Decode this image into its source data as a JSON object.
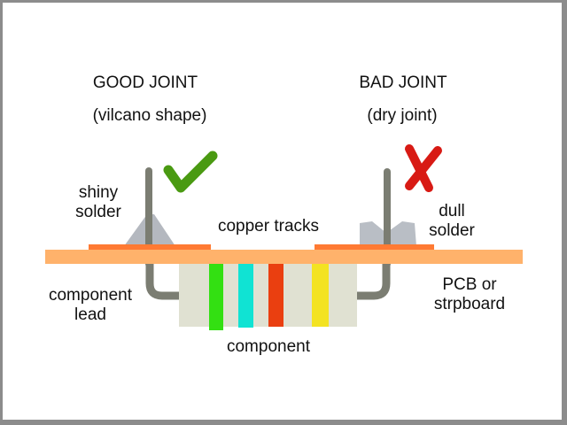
{
  "diagram": {
    "headings": {
      "good_title": "GOOD JOINT",
      "good_subtitle": "(vilcano shape)",
      "bad_title": "BAD JOINT",
      "bad_subtitle": "(dry joint)"
    },
    "labels": {
      "shiny_solder": [
        "shiny",
        "solder"
      ],
      "dull_solder": [
        "dull",
        "solder"
      ],
      "copper_tracks": "copper tracks",
      "component_lead": [
        "component",
        "lead"
      ],
      "pcb": [
        "PCB or",
        "strpboard"
      ],
      "component": "component"
    },
    "icons": {
      "good": "check-mark-icon",
      "bad": "cross-mark-icon"
    },
    "colors": {
      "border": "#8c8c8c",
      "pcb": "#ffb26b",
      "copper_track": "#ff7a33",
      "lead": "#7b7d72",
      "shiny_solder": "#b4b8bf",
      "dull_solder": "#b9bec5",
      "component_body": "#e0e1d2",
      "check": "#4a9a12",
      "cross": "#d81a14"
    },
    "component_bands": [
      "#33e012",
      "#10e3d3",
      "#ea3f10",
      "#f3e322"
    ]
  }
}
